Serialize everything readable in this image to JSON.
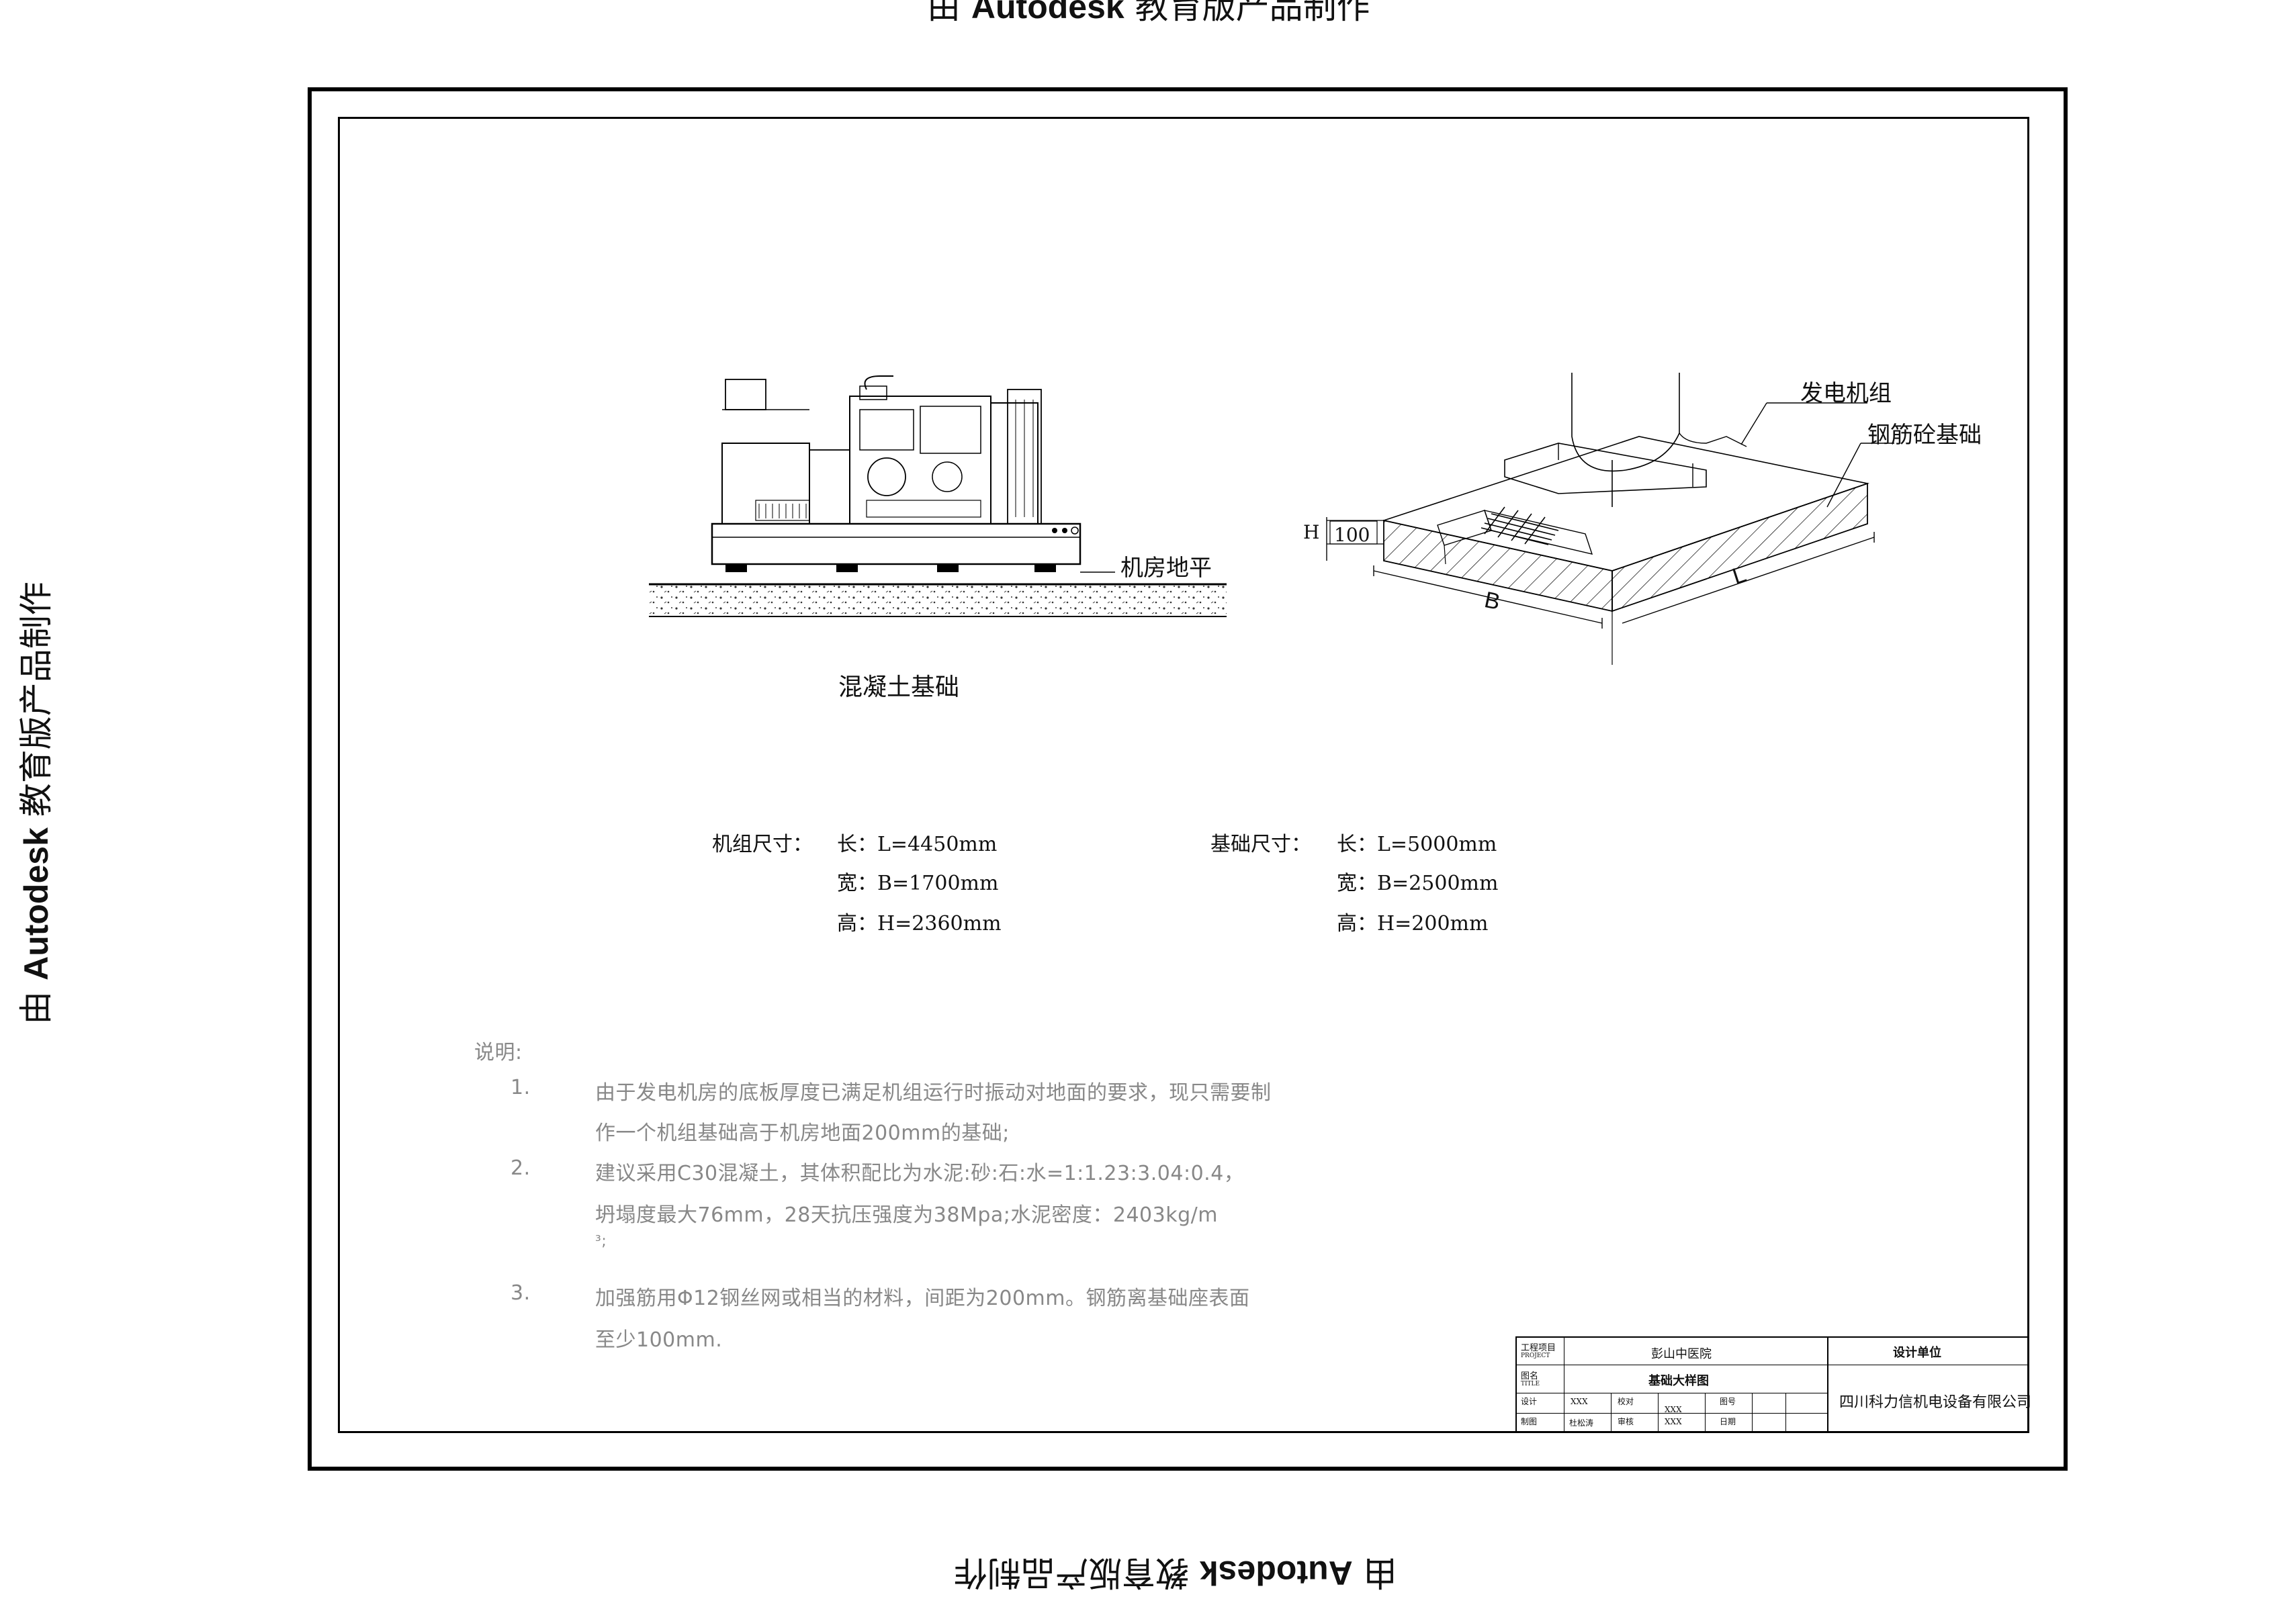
{
  "watermark": {
    "prefix": "由",
    "brand": "Autodesk",
    "suffix": "教育版产品制作"
  },
  "drawing": {
    "left_caption": "混凝土基础",
    "floor_label": "机房地平",
    "genset_label": "发电机组",
    "foundation_label": "钢筋砼基础",
    "dim_h": "H",
    "dim_100": "100",
    "dim_b": "B",
    "dim_l": "L"
  },
  "specs": {
    "unit_title": "机组尺寸：",
    "unit_rows": [
      "长：L=4450mm",
      "宽：B=1700mm",
      "高：H=2360mm"
    ],
    "base_title": "基础尺寸：",
    "base_rows": [
      "长：L=5000mm",
      "宽：B=2500mm",
      "高：H=200mm"
    ]
  },
  "notes": {
    "heading": "说明:",
    "n1": "1.",
    "l1a": "由于发电机房的底板厚度已满足机组运行时振动对地面的要求，现只需要制",
    "l1b": "作一个机组基础高于机房地面200mm的基础;",
    "n2": "2.",
    "l2a": "建议采用C30混凝土，其体积配比为水泥:砂:石:水=1:1.23:3.04:0.4，",
    "l2b": "坍塌度最大76mm，28天抗压强度为38Mpa;水泥密度：2403kg/m",
    "l2c": "³;",
    "n3": "3.",
    "l3a": "加强筋用Φ12钢丝网或相当的材料，间距为200mm。钢筋离基础座表面",
    "l3b": "至少100mm."
  },
  "title_block": {
    "project_label": "工程项目",
    "project_label_en": "PROJECT",
    "project_value": "彭山中医院",
    "title_label": "图名",
    "title_label_en": "TITLE",
    "title_value": "基础大样图",
    "design_label": "设计",
    "design_value": "XXX",
    "check_label": "校对",
    "check_value": "XXX",
    "drawno_label": "图号",
    "draw_label": "制图",
    "draw_value": "杜松涛",
    "review_label": "审核",
    "review_value": "XXX",
    "date_label": "日期",
    "unit_label": "设计单位",
    "company": "四川科力信机电设备有限公司"
  }
}
